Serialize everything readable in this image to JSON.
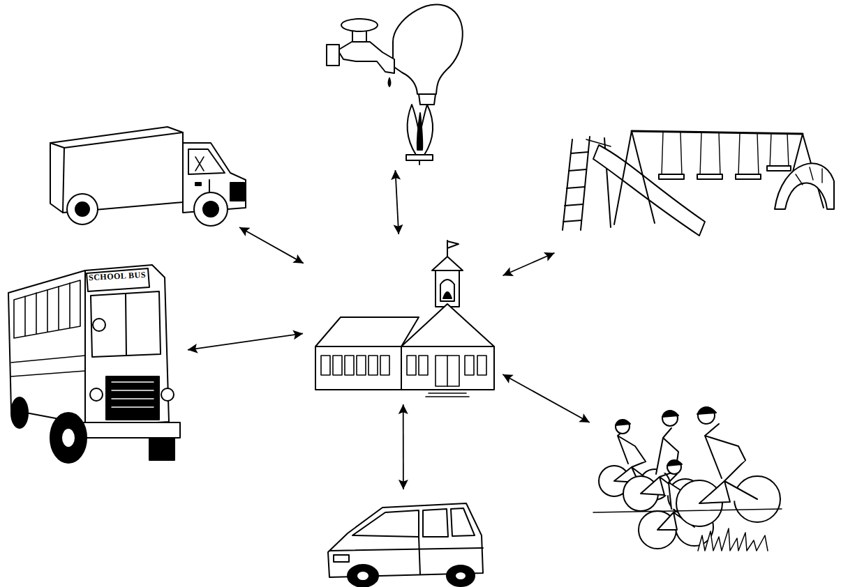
{
  "diagram": {
    "nodes": [
      {
        "text": []
      },
      {
        "text": []
      },
      {
        "text": []
      },
      {
        "text": []
      },
      {
        "text": [
          "SCHOOL BUS"
        ]
      },
      {
        "text": []
      },
      {
        "text": []
      }
    ],
    "edges": [
      {
        "from": 0,
        "to": 1,
        "arrow": "both"
      },
      {
        "from": 0,
        "to": 2,
        "arrow": "both"
      },
      {
        "from": 0,
        "to": 3,
        "arrow": "both"
      },
      {
        "from": 0,
        "to": 4,
        "arrow": "both"
      },
      {
        "from": 0,
        "to": 5,
        "arrow": "both"
      },
      {
        "from": 0,
        "to": 6,
        "arrow": "both"
      }
    ]
  }
}
